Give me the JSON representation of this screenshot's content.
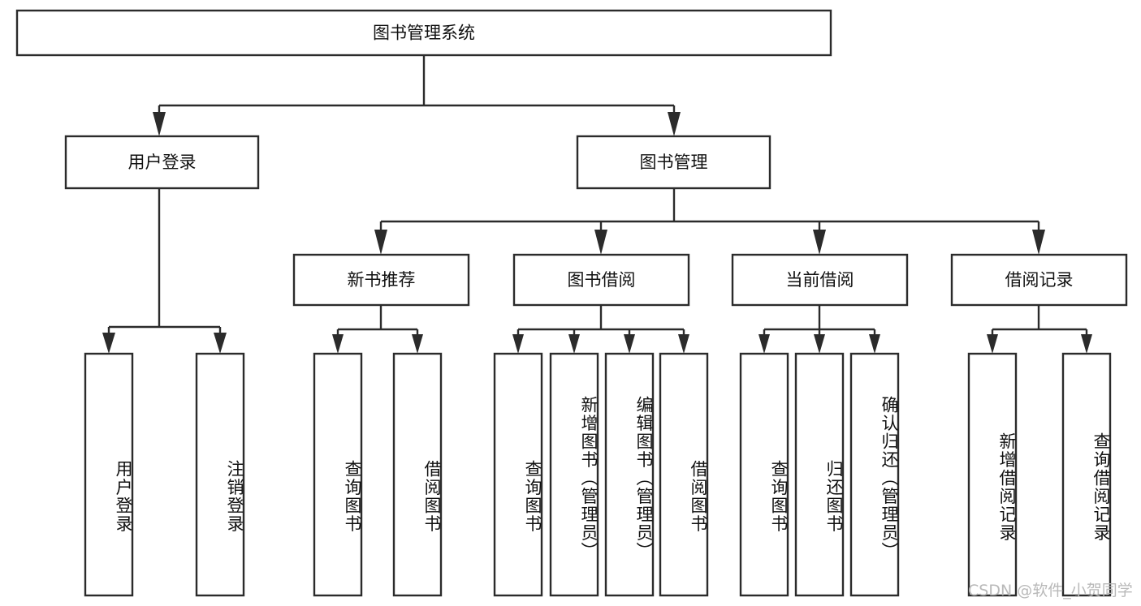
{
  "diagram": {
    "title": "图书管理系统",
    "watermark": "CSDN @软件_小贺同学",
    "colors": {
      "stroke": "#2b2b2b",
      "fill": "#ffffff",
      "text": "#111111",
      "watermark": "#b9b9b9",
      "background": "#ffffff"
    },
    "root": {
      "label": "图书管理系统"
    },
    "level2": [
      {
        "label": "用户登录"
      },
      {
        "label": "图书管理"
      }
    ],
    "level3": [
      {
        "label": "新书推荐"
      },
      {
        "label": "图书借阅"
      },
      {
        "label": "当前借阅"
      },
      {
        "label": "借阅记录"
      }
    ],
    "leaves": [
      {
        "label": "用户登录",
        "parent": "用户登录"
      },
      {
        "label": "注销登录",
        "parent": "用户登录"
      },
      {
        "label": "查询图书",
        "parent": "新书推荐"
      },
      {
        "label": "借阅图书",
        "parent": "新书推荐"
      },
      {
        "label": "查询图书",
        "parent": "图书借阅"
      },
      {
        "label": "新增图书（管理员）",
        "parent": "图书借阅"
      },
      {
        "label": "编辑图书（管理员）",
        "parent": "图书借阅"
      },
      {
        "label": "借阅图书",
        "parent": "图书借阅"
      },
      {
        "label": "查询图书",
        "parent": "当前借阅"
      },
      {
        "label": "归还图书",
        "parent": "当前借阅"
      },
      {
        "label": "确认归还（管理员）",
        "parent": "当前借阅"
      },
      {
        "label": "新增借阅记录",
        "parent": "借阅记录"
      },
      {
        "label": "查询借阅记录",
        "parent": "借阅记录"
      }
    ]
  }
}
